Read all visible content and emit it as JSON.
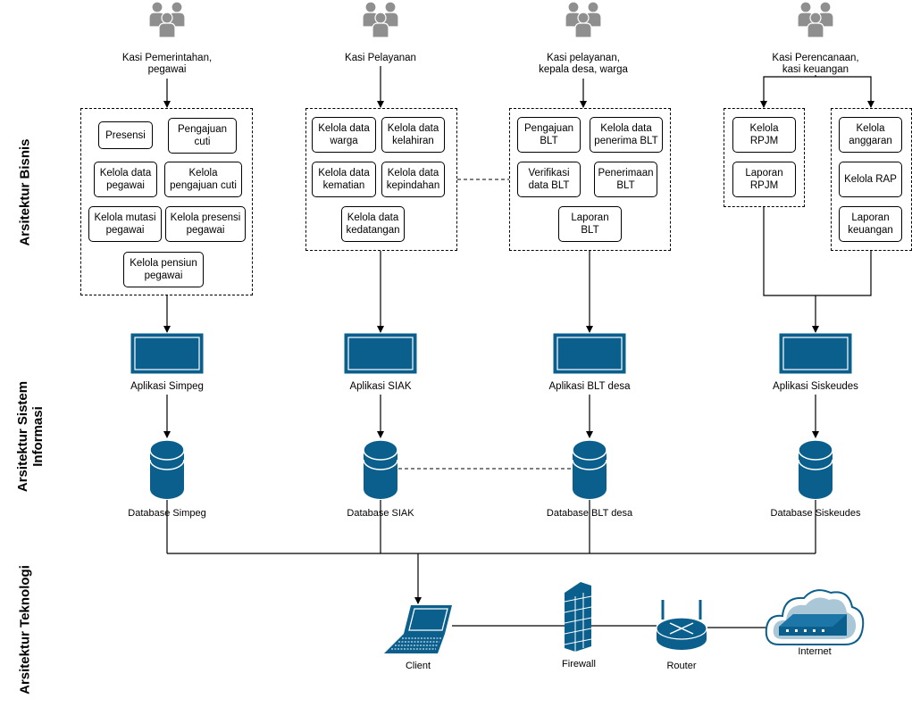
{
  "layers": {
    "business": "Arsitektur Bisnis",
    "information_system": "Arsitektur Sistem\nInformasi",
    "technology": "Arsitektur Teknologi"
  },
  "actors": [
    {
      "label": "Kasi Pemerintahan,\npegawai",
      "icon": "users-icon"
    },
    {
      "label": "Kasi Pelayanan",
      "icon": "users-icon"
    },
    {
      "label": "Kasi pelayanan,\nkepala desa, warga",
      "icon": "users-icon"
    },
    {
      "label": "Kasi Perencanaan,\nkasi keuangan",
      "icon": "users-icon"
    }
  ],
  "process_groups": {
    "simpeg": [
      "Presensi",
      "Pengajuan\ncuti",
      "Kelola data\npegawai",
      "Kelola\npengajuan cuti",
      "Kelola mutasi\npegawai",
      "Kelola presensi\npegawai",
      "Kelola pensiun\npegawai"
    ],
    "siak": [
      "Kelola data\nwarga",
      "Kelola data\nkelahiran",
      "Kelola data\nkematian",
      "Kelola data\nkepindahan",
      "Kelola data\nkedatangan"
    ],
    "blt": [
      "Pengajuan\nBLT",
      "Kelola data\npenerima BLT",
      "Verifikasi\ndata BLT",
      "Penerimaan\nBLT",
      "Laporan\nBLT"
    ],
    "perencanaan": [
      "Kelola\nRPJM",
      "Laporan\nRPJM"
    ],
    "keuangan": [
      "Kelola\nanggaran",
      "Kelola RAP",
      "Laporan\nkeuangan"
    ]
  },
  "applications": [
    "Aplikasi Simpeg",
    "Aplikasi SIAK",
    "Aplikasi BLT desa",
    "Aplikasi Siskeudes"
  ],
  "databases": [
    "Database Simpeg",
    "Database SIAK",
    "Database BLT desa",
    "Database Siskeudes"
  ],
  "technology": {
    "client": "Client",
    "firewall": "Firewall",
    "router": "Router",
    "internet": "Internet"
  },
  "colors": {
    "icon_blue": "#0b5f8c",
    "actor_gray": "#8f8f8f",
    "line": "#000000"
  }
}
